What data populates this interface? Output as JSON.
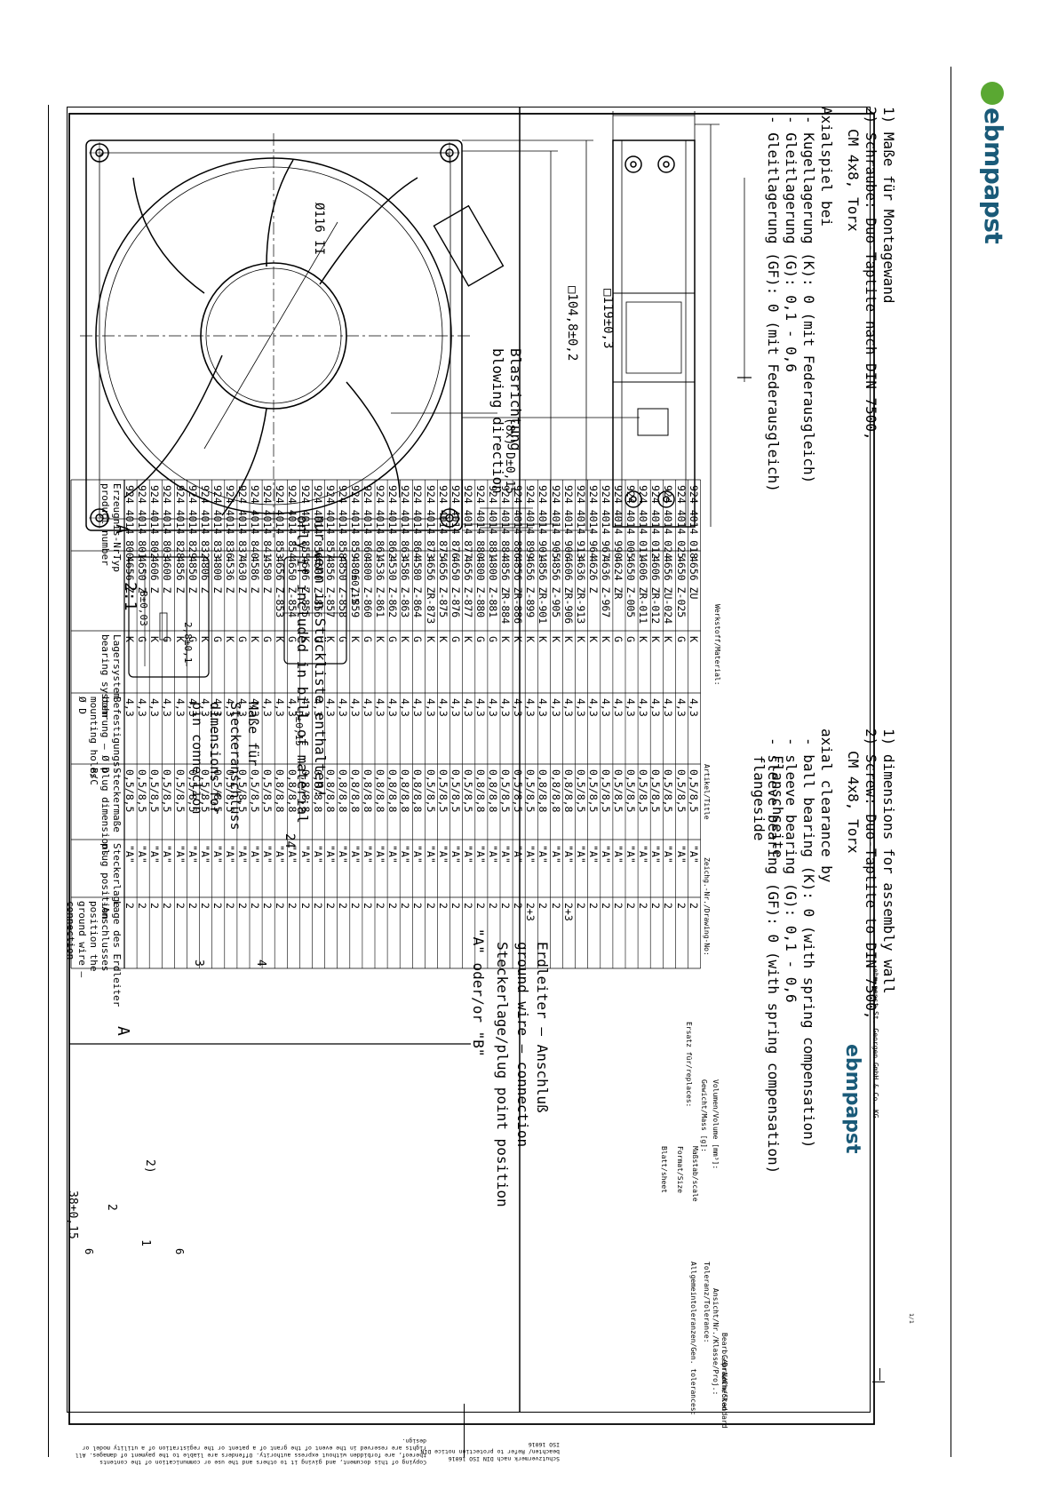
{
  "brand": {
    "name": "ebmpapst",
    "accent": "#1a5a78",
    "leaf": "#5aa832"
  },
  "page_number": "1/1",
  "table": {
    "headers": {
      "product": "Erzeugnis-Nr.\nproduct number",
      "type": "Typ",
      "bearing": "Lagersystem\nbearing system",
      "hole": "Befestigungs-\nbohrung – Ø D\nmounting holes\nØ D",
      "plug": "Steckermaße\nplug dimensions\nB/C",
      "pos": "Steckerlage\nplug position",
      "ground": "Lage des Erdleiter\n-Anschlusses\nposition the\nground wire –\nconnection"
    },
    "rows": [
      [
        "924 4014 800",
        "4656 Z",
        "K",
        "4,3",
        "0,5/8,5",
        "\"A\"",
        "2"
      ],
      [
        "924 4014 801",
        "4650 Z",
        "G",
        "4,3",
        "0,5/8,5",
        "\"A\"",
        "2"
      ],
      [
        "924 4014 802",
        "4606 Z",
        "K",
        "4,3",
        "0,5/8,5",
        "\"A\"",
        "2"
      ],
      [
        "924 4014 803",
        "4600 Z",
        "G",
        "4,3",
        "0,5/8,5",
        "\"A\"",
        "2"
      ],
      [
        "924 4014 828",
        "4856 Z",
        "K",
        "4,3",
        "0,5/8,5",
        "\"A\"",
        "2"
      ],
      [
        "924 4014 829",
        "4850 Z",
        "G",
        "4,3",
        "0,5/8,5",
        "\"A\"",
        "2"
      ],
      [
        "924 4014 832",
        "4806 Z",
        "K",
        "4,3",
        "0,5/8,5",
        "\"A\"",
        "2"
      ],
      [
        "924 4014 833",
        "4800 Z",
        "G",
        "4,3",
        "0,5/8,5",
        "\"A\"",
        "2"
      ],
      [
        "924 4014 836",
        "4536 Z",
        "K",
        "4,3",
        "0,5/8,5",
        "\"A\"",
        "2"
      ],
      [
        "924 4014 837",
        "4630 Z",
        "G",
        "4,3",
        "0,5/8,5",
        "\"A\"",
        "2"
      ],
      [
        "924 4014 840",
        "4586 Z",
        "K",
        "4,3",
        "0,5/8,5",
        "\"A\"",
        "2"
      ],
      [
        "924 4014 841",
        "4580 Z",
        "G",
        "4,3",
        "0,5/8,5",
        "\"A\"",
        "2"
      ],
      [
        "924 4014 853",
        "4656 Z-853",
        "K",
        "4,3",
        "0,8/8,8",
        "\"A\"",
        "2"
      ],
      [
        "924 4014 854",
        "4650 Z-854",
        "G",
        "4,3",
        "0,8/8,8",
        "\"A\"",
        "2"
      ],
      [
        "924 4014 855",
        "4606 Z-855",
        "K",
        "4,3",
        "0,8/8,8",
        "\"A\"",
        "2"
      ],
      [
        "924 4014 856",
        "4600 Z-856",
        "G",
        "4,3",
        "0,8/8,8",
        "\"A\"",
        "2"
      ],
      [
        "924 4014 857",
        "4856 Z-857",
        "K",
        "4,3",
        "0,8/8,8",
        "\"A\"",
        "2"
      ],
      [
        "924 4014 858",
        "4850 Z-858",
        "G",
        "4,3",
        "0,8/8,8",
        "\"A\"",
        "2"
      ],
      [
        "924 4014 859",
        "4806 Z-859",
        "K",
        "4,3",
        "0,8/8,8",
        "\"A\"",
        "2"
      ],
      [
        "924 4014 860",
        "4800 Z-860",
        "G",
        "4,3",
        "0,8/8,8",
        "\"A\"",
        "2"
      ],
      [
        "924 4014 861",
        "4536 Z-861",
        "K",
        "4,3",
        "0,8/8,8",
        "\"A\"",
        "2"
      ],
      [
        "924 4014 862",
        "4530 Z-862",
        "G",
        "4,3",
        "0,8/8,8",
        "\"A\"",
        "2"
      ],
      [
        "924 4014 863",
        "4586 Z-863",
        "K",
        "4,3",
        "0,8/8,8",
        "\"A\"",
        "2"
      ],
      [
        "924 4014 864",
        "4580 Z-864",
        "G",
        "4,3",
        "0,8/8,8",
        "\"A\"",
        "2"
      ],
      [
        "924 4014 873",
        "4656 ZR-873",
        "K",
        "4,3",
        "0,5/8,5",
        "\"A\"",
        "2"
      ],
      [
        "924 4014 875",
        "4656 Z-875",
        "K",
        "4,3",
        "0,5/8,5",
        "\"A\"",
        "2"
      ],
      [
        "924 4014 876",
        "4650 Z-876",
        "G",
        "4,3",
        "0,5/8,5",
        "\"A\"",
        "2"
      ],
      [
        "924 4014 877",
        "4656 Z-877",
        "K",
        "4,3",
        "0,5/8,5",
        "\"A\"",
        "2"
      ],
      [
        "924 4014 880",
        "4800 Z-880",
        "G",
        "4,3",
        "0,8/8,8",
        "\"A\"",
        "2"
      ],
      [
        "924 4014 881",
        "4800 Z-881",
        "G",
        "4,3",
        "0,8/8,8",
        "\"A\"",
        "2"
      ],
      [
        "924 4014 884",
        "4856 ZR-884",
        "K",
        "4,3",
        "0,5/8,5",
        "\"A\"",
        "2"
      ],
      [
        "924 4014 886",
        "4856 ZR-886",
        "K",
        "4,3",
        "0,5/8,5",
        "\"A\"",
        "2"
      ],
      [
        "924 4014 899",
        "4656 Z-899",
        "K",
        "4,3",
        "0,5/8,5",
        "\"A\"",
        "2+3"
      ],
      [
        "924 4014 901",
        "4856 ZR-901",
        "K",
        "4,3",
        "0,8/8,8",
        "\"A\"",
        "2"
      ],
      [
        "924 4014 905",
        "4856 Z-905",
        "K",
        "4,3",
        "0,8/8,8",
        "\"A\"",
        "2"
      ],
      [
        "924 4014 906",
        "4606 ZR-906",
        "K",
        "4,3",
        "0,8/8,8",
        "\"A\"",
        "2+3"
      ],
      [
        "924 4014 913",
        "4636 ZR-913",
        "K",
        "4,3",
        "0,5/8,5",
        "\"A\"",
        "2"
      ],
      [
        "924 4014 964",
        "4626 Z",
        "K",
        "4,3",
        "0,5/8,5",
        "\"A\"",
        "2"
      ],
      [
        "924 4014 967",
        "4636 Z-967",
        "K",
        "4,3",
        "0,5/8,5",
        "\"A\"",
        "2"
      ],
      [
        "924 4014 990",
        "4624 ZR",
        "G",
        "4,3",
        "0,5/8,5",
        "\"A\"",
        "2"
      ],
      [
        "924 4014 005",
        "4650 Z-005",
        "G",
        "4,3",
        "0,5/8,5",
        "\"A\"",
        "2"
      ],
      [
        "924 4014 011",
        "4606 ZR-011",
        "K",
        "4,3",
        "0,5/8,5",
        "\"A\"",
        "2"
      ],
      [
        "924 4014 012",
        "4606 ZR-012",
        "K",
        "4,3",
        "0,5/8,5",
        "\"A\"",
        "2"
      ],
      [
        "924 4014 024",
        "4656 ZU-024",
        "K",
        "4,3",
        "0,5/8,5",
        "\"A\"",
        "2"
      ],
      [
        "924 4014 025",
        "4650 Z-025",
        "G",
        "4,3",
        "0,5/8,5",
        "\"A\"",
        "2"
      ],
      [
        "924 4014 018",
        "4656 ZU",
        "K",
        "4,3",
        "0,5/8,5",
        "\"A\"",
        "2"
      ]
    ]
  },
  "drawing": {
    "diameter": "Ø116 II",
    "square_inner": "□104,8±0,2",
    "square_outer": "□119±0,3",
    "holes": "(8x) D±0,15",
    "height": "38±0,15",
    "dim_6": "6",
    "view_a": "A",
    "callout_1": "1",
    "callout_2": "2",
    "callout_21": "2)",
    "callout_3": "3",
    "callout_4": "4",
    "callout_24": "24",
    "scale": "2:1",
    "pin_w": "2,8±0,1",
    "pin_b": "B±0,03",
    "pin_c": "C±0,15",
    "pin_d": "D±0,15"
  },
  "labels": {
    "pin_de1": "Maße für",
    "pin_de2": "Steckeranschluss",
    "pin_en1": "dimensions for",
    "pin_en2": "pin connection",
    "bom_de": "nur wenn in Stückliste enthalten!",
    "bom_en": "only if included in bill of material",
    "ground_de": "Erdleiter – Anschluß",
    "ground_en": "ground wire – connection",
    "plug_pos": "Steckerlage/plug point position",
    "plug_ab": "\"A\"        oder/or    \"B\"",
    "flange_de": "Flanschseite",
    "flange_en": "flangeside",
    "blow_de": "Blasrichtung",
    "blow_en": "blowing direction",
    "en_n1": "1) dimensions for assembly wall",
    "en_n2": "2) Screw: Duo-Taptite to DIN 7500,",
    "en_n3": "CM 4x8, Torx",
    "en_ax0": "axial clearance by",
    "en_ax1": "- ball bearing (K): 0 (with spring compensation)",
    "en_ax2": "- sleeve bearing (G): 0,1 - 0,6",
    "en_ax3": "- sleeve bearing (GF): 0 (with spring compensation)",
    "de_n1": "1) Maße für Montagewand",
    "de_n2": "2) Schraube: Duo-Taptite nach DIN 7500,",
    "de_n3": "CM 4x8, Torx",
    "de_ax0": "Axialspiel bei",
    "de_ax1": "- Kugellagerung (K): 0 (mit Federausgleich)",
    "de_ax2": "- Gleitlagerung (G): 0,1 - 0,6",
    "de_ax3": "- Gleitlagerung (GF): 0 (mit Federausgleich)"
  },
  "titleblock": {
    "werkstoff": "Werkstoff/Material:",
    "artikel": "Artikel/Title",
    "zeichnung": "Zeichg.-Nr./Drawing-No:",
    "volumen": "Volumen/Volume [mm³]:",
    "gewicht": "Gewicht/Mass [g]:",
    "ersatz": "Ersatz für/replaces:",
    "massstab": "Maßstab/scale",
    "format": "Format/Size",
    "blatt": "Blatt/sheet",
    "toleranz": "Toleranz/Tolerance:",
    "allgemein": "Allgemeintoleranzen/Gen. tolerances:",
    "projektion": "Ansicht/Nr./Klasse/Proj.:",
    "bearb": "Bearb./Drawn",
    "gepr": "Gepr./Checked",
    "norm": "Norm/Standard",
    "ebm_small": "ebmpapst",
    "company": "ebm-papst St. Georgen GmbH & Co. KG"
  },
  "legal": {
    "copy": "Copying of this document, and giving it to others and the use or communication of the contents thereof, are forbidden without express authority. Offenders are liable to the payment of damages. All rights are reserved in the event of the grant of a patent or the registration of a utility model or design.",
    "din": "Schutzvermerk nach DIN ISO 16016 beachten/ Refer to protection notice DIN ISO 16016"
  }
}
